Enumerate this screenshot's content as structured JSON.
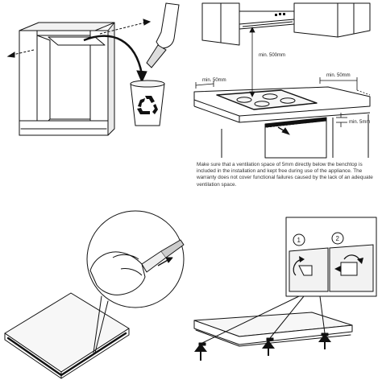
{
  "panels": {
    "cabinet": {},
    "ventilation": {
      "labels": {
        "hood_clearance": "min. 500mm",
        "left_clearance": "min. 50mm",
        "right_clearance": "min. 50mm",
        "gap_below": "min. 5mm"
      },
      "note": "Make sure that a ventilation space of 5mm directly below the benchtop is included in the installation and kept free during use of the appliance. The warranty does not cover functional failures caused by the lack of an adequate ventilation space."
    },
    "seal": {},
    "clamps": {
      "steps": [
        "1",
        "2"
      ]
    }
  }
}
